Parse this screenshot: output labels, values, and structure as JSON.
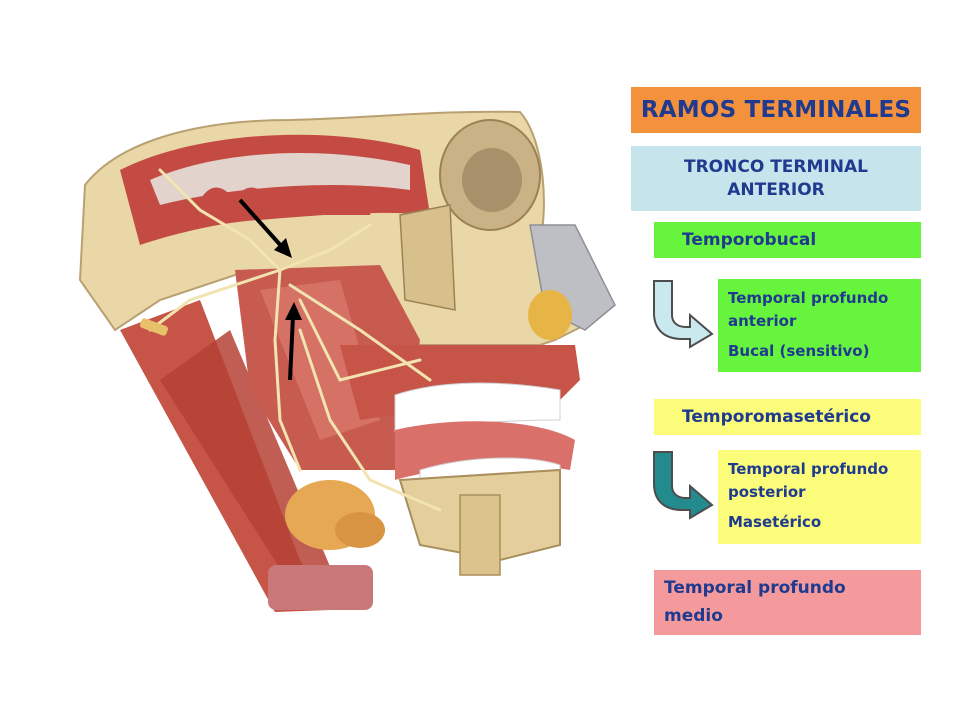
{
  "panel": {
    "title": "RAMOS TERMINALES",
    "trunk_line1": "TRONCO TERMINAL",
    "trunk_line2": "ANTERIOR",
    "branch1": "Temporobucal",
    "branch1_sub1_line1": "Temporal profundo",
    "branch1_sub1_line2": "anterior",
    "branch1_sub2": "Bucal (sensitivo)",
    "branch2": "Temporomasetérico",
    "branch2_sub1_line1": "Temporal profundo",
    "branch2_sub1_line2": "posterior",
    "branch2_sub2": "Masetérico",
    "branch3_line1": "Temporal profundo",
    "branch3_line2": "medio"
  },
  "colors": {
    "title_bg": "#f4913d",
    "trunk_bg": "#c6e4ec",
    "branch1_bg": "#66f43d",
    "branch2_bg": "#fafc7a",
    "branch3_bg": "#f59a9c",
    "arrow1": "#c9e9ef",
    "arrow2": "#238a8d",
    "text": "#1f3a8f"
  },
  "icons": {
    "arrow1": "curved-arrow-right-icon",
    "arrow2": "curved-arrow-right-icon"
  }
}
